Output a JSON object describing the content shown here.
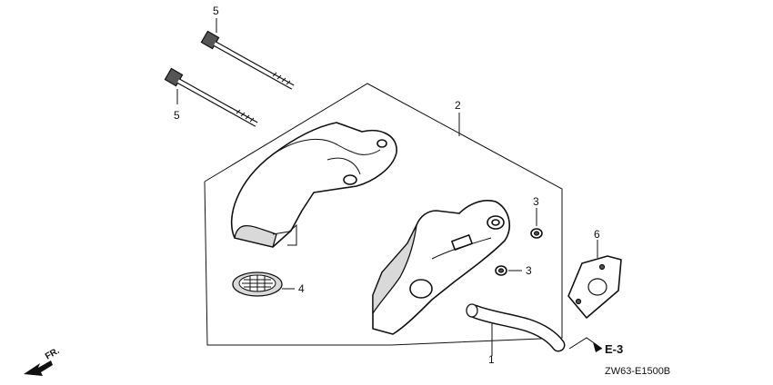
{
  "diagram": {
    "callouts": {
      "bolt_upper": "5",
      "bolt_lower": "5",
      "case": "2",
      "nut_upper": "3",
      "nut_lower": "3",
      "filter": "4",
      "gasket": "6",
      "tube": "1"
    },
    "reference": "E-3",
    "front_marker": "FR.",
    "drawing_code": "ZW63-E1500B"
  }
}
